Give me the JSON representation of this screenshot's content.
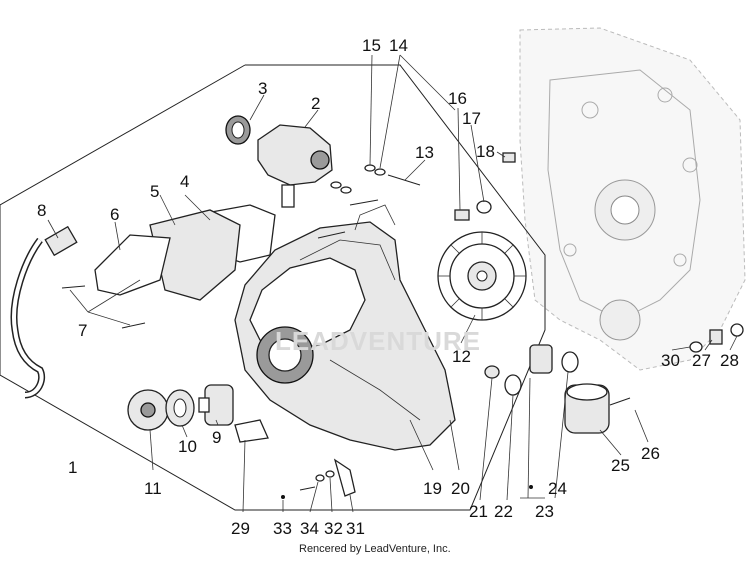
{
  "labels": {
    "n1": "1",
    "n2": "2",
    "n3": "3",
    "n4": "4",
    "n5": "5",
    "n6": "6",
    "n7": "7",
    "n8": "8",
    "n9": "9",
    "n10": "10",
    "n11": "11",
    "n12": "12",
    "n13": "13",
    "n14": "14",
    "n15": "15",
    "n16": "16",
    "n17": "17",
    "n18": "18",
    "n19": "19",
    "n20": "20",
    "n21": "21",
    "n22": "22",
    "n23": "23",
    "n24": "24",
    "n25": "25",
    "n26": "26",
    "n27": "27",
    "n28": "28",
    "n29": "29",
    "n30": "30",
    "n31": "31",
    "n32": "32",
    "n33": "33",
    "n34": "34"
  },
  "watermark": "LEADVENTURE",
  "credit": "Rencered by LeadVenture, Inc."
}
